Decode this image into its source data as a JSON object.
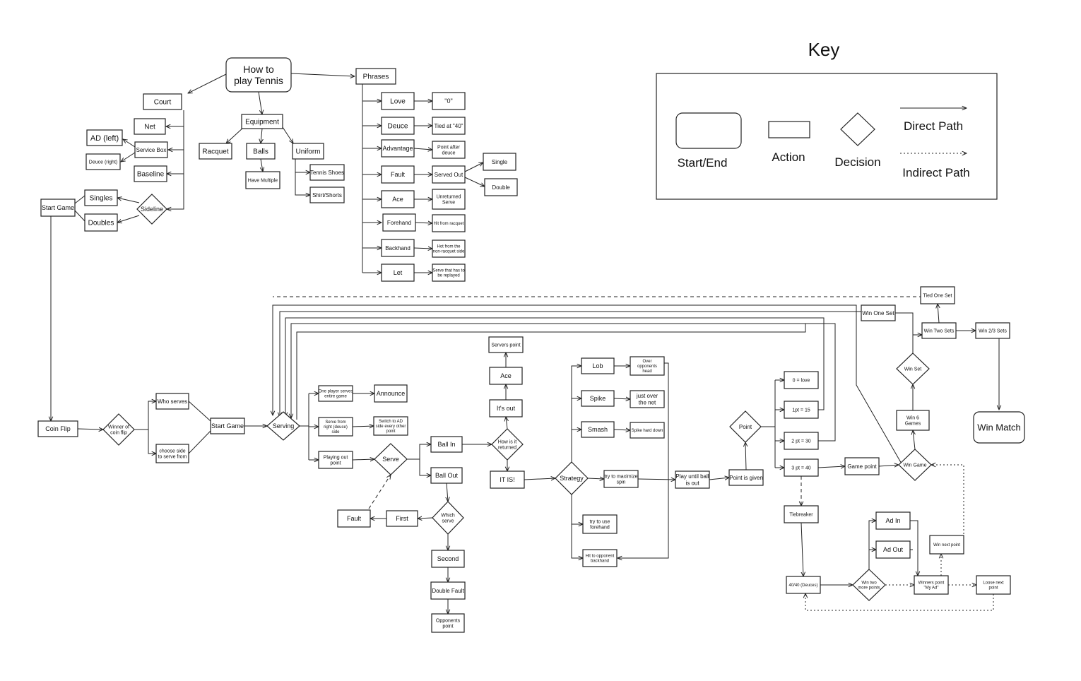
{
  "key": {
    "title": "Key",
    "start_end": "Start/End",
    "action": "Action",
    "decision": "Decision",
    "direct_path": "Direct Path",
    "indirect_path": "Indirect Path"
  },
  "nodes": {
    "how_to_play": [
      "How to",
      "play Tennis"
    ],
    "court": "Court",
    "net": "Net",
    "ad_left": "AD (left)",
    "service_box": "Service Box",
    "deuce_right": "Deuce (right)",
    "baseline": "Baseline",
    "singles": "Singles",
    "doubles": "Doubles",
    "sideline": "Sideline",
    "start_game_top": "Start Game",
    "equipment": "Equipment",
    "racquet": "Racquet",
    "balls": "Balls",
    "have_multiple": "Have Multiple",
    "uniform": "Uniform",
    "tennis_shoes": "Tennis Shoes",
    "shirt_shorts": "Shirt/Shorts",
    "phrases": "Phrases",
    "love": "Love",
    "love_def": "\"0\"",
    "deuce": "Deuce",
    "deuce_def": "Tied at \"40\"",
    "advantage": "Advantage",
    "advantage_def": [
      "Point after",
      "deuce"
    ],
    "fault_phrase": "Fault",
    "served_out": "Served Out",
    "single": "Single",
    "double": "Double",
    "ace_phrase": "Ace",
    "ace_def": [
      "Unreturned",
      "Serve"
    ],
    "forehand": "Forehand",
    "forehand_def": "Hit from racquet",
    "backhand": "Backhand",
    "backhand_def": [
      "Hot from the",
      "non-racquet side"
    ],
    "let": "Let",
    "let_def": [
      "Serve that has to",
      "be replayed"
    ],
    "coin_flip": "Coin Flip",
    "winner_coin_flip": [
      "Winner of",
      "coin flip"
    ],
    "who_serves": "Who serves",
    "choose_side": [
      "choose side",
      "to serve from"
    ],
    "start_game": "Start Game",
    "serving": "Serving",
    "one_player_serves": [
      "One player serves",
      "entire game"
    ],
    "announce": "Announce",
    "serve_from_right": [
      "Serve from",
      "right (deuce)",
      "side"
    ],
    "switch_ad": [
      "Switch to AD",
      "side every other",
      "point"
    ],
    "playing_out_point": [
      "Playing out",
      "point"
    ],
    "serve": "Serve",
    "ball_in": "Ball In",
    "ball_out": "Ball Out",
    "which_serve": [
      "Which",
      "serve"
    ],
    "first": "First",
    "fault": "Fault",
    "second": "Second",
    "double_fault": "Double Fault",
    "opponents_point": [
      "Opponents",
      "point"
    ],
    "how_returned": [
      "How is it",
      "returned"
    ],
    "its_out": "It's out",
    "ace": "Ace",
    "servers_point": "Servers point",
    "it_is": "IT IS!",
    "strategy": "Strategy",
    "lob": "Lob",
    "over_head": [
      "Over",
      "opponents",
      "head"
    ],
    "spike": "Spike",
    "just_over": [
      "just over",
      "the net"
    ],
    "smash": "Smash",
    "spike_hard": "Spike hard down",
    "max_spin": [
      "try to maximize",
      "spin"
    ],
    "use_forehand": [
      "try to use",
      "forehand"
    ],
    "hit_backhand": [
      "Hit to opponent",
      "backhand"
    ],
    "play_until": [
      "Play until ball",
      "is out"
    ],
    "point_given": "Point is given",
    "point": "Point",
    "zero_love": "0 = love",
    "one_pt": "1pt = 15",
    "two_pt": "2 pt = 30",
    "three_pt": "3 pt = 40",
    "game_point": "Game point",
    "tiebreaker": "Tiebreaker",
    "deuces_40": "40/40 (Deuces)",
    "win_two_more": [
      "Win two",
      "more points"
    ],
    "ad_in": "Ad In",
    "ad_out": "Ad Out",
    "winners_point": [
      "Winners point",
      "\"My Ad\""
    ],
    "loose_next": [
      "Loose next",
      "point"
    ],
    "win_next": "Win next point",
    "win_game": "Win Game",
    "win_6_games": [
      "Win 6",
      "Games"
    ],
    "win_set": "Win Set",
    "win_one_set": "Win One Set",
    "win_two_sets": "Win Two Sets",
    "tied_one_set": "Tied One Set",
    "win_23_sets": "Win 2/3 Sets",
    "win_match": "Win Match"
  }
}
